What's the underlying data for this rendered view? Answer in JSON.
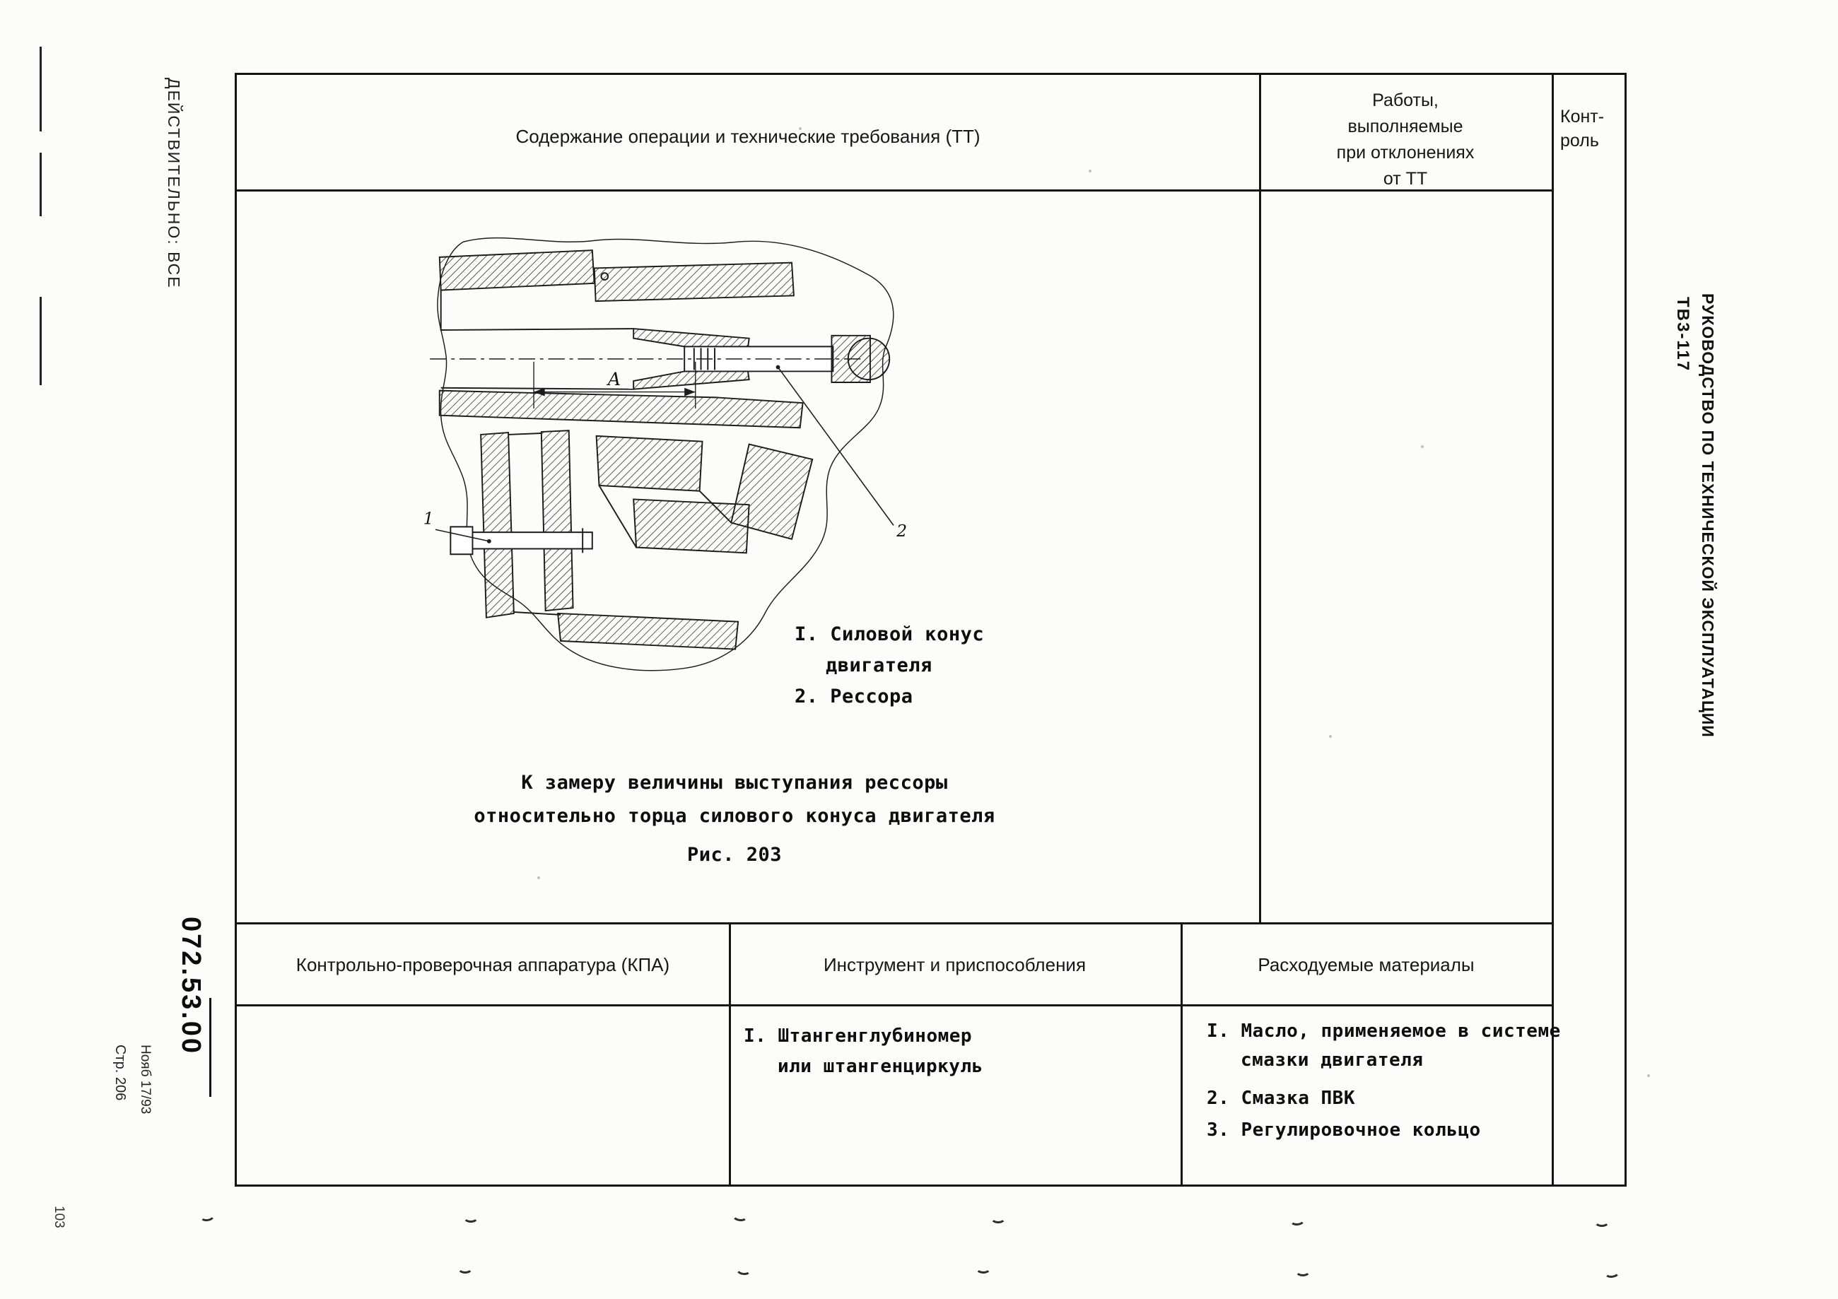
{
  "margins": {
    "validity": "ДЕЙСТВИТЕЛЬНО: ВСЕ",
    "chapter": "072.53.00",
    "page": "Стр. 206",
    "date": "Нояб 17/93",
    "sheet": "103",
    "doc_code": "ТВ3-117",
    "doc_title": "РУКОВОДСТВО ПО ТЕХНИЧЕСКОЙ ЭКСПЛУАТАЦИИ"
  },
  "table": {
    "header": {
      "operations": "Содержание операции и технические требования (ТТ)",
      "deviations_lines": [
        "Работы,",
        "выполняемые",
        "при отклонениях",
        "от ТТ"
      ],
      "control_lines": [
        "Конт-",
        "роль"
      ]
    },
    "figure": {
      "callout_1": "1",
      "callout_2": "2",
      "dimension": "А",
      "legend": [
        "I. Силовой конус",
        "двигателя",
        "2. Рессора"
      ],
      "caption_lines": [
        "К замеру величины выступания рессоры",
        "относительно торца силового конуса двигателя"
      ],
      "number": "Рис. 203"
    },
    "bottom": {
      "col1_header": "Контрольно-проверочная аппаратура (КПА)",
      "col2_header": "Инструмент и приспособления",
      "col3_header": "Расходуемые материалы",
      "tools_lines": [
        "I. Штангенглубиномер",
        "или штангенциркуль"
      ],
      "materials_lines": [
        "I. Масло, применяемое в системе",
        "смазки двигателя",
        "2. Смазка ПВК",
        "3. Регулировочное кольцо"
      ]
    }
  }
}
